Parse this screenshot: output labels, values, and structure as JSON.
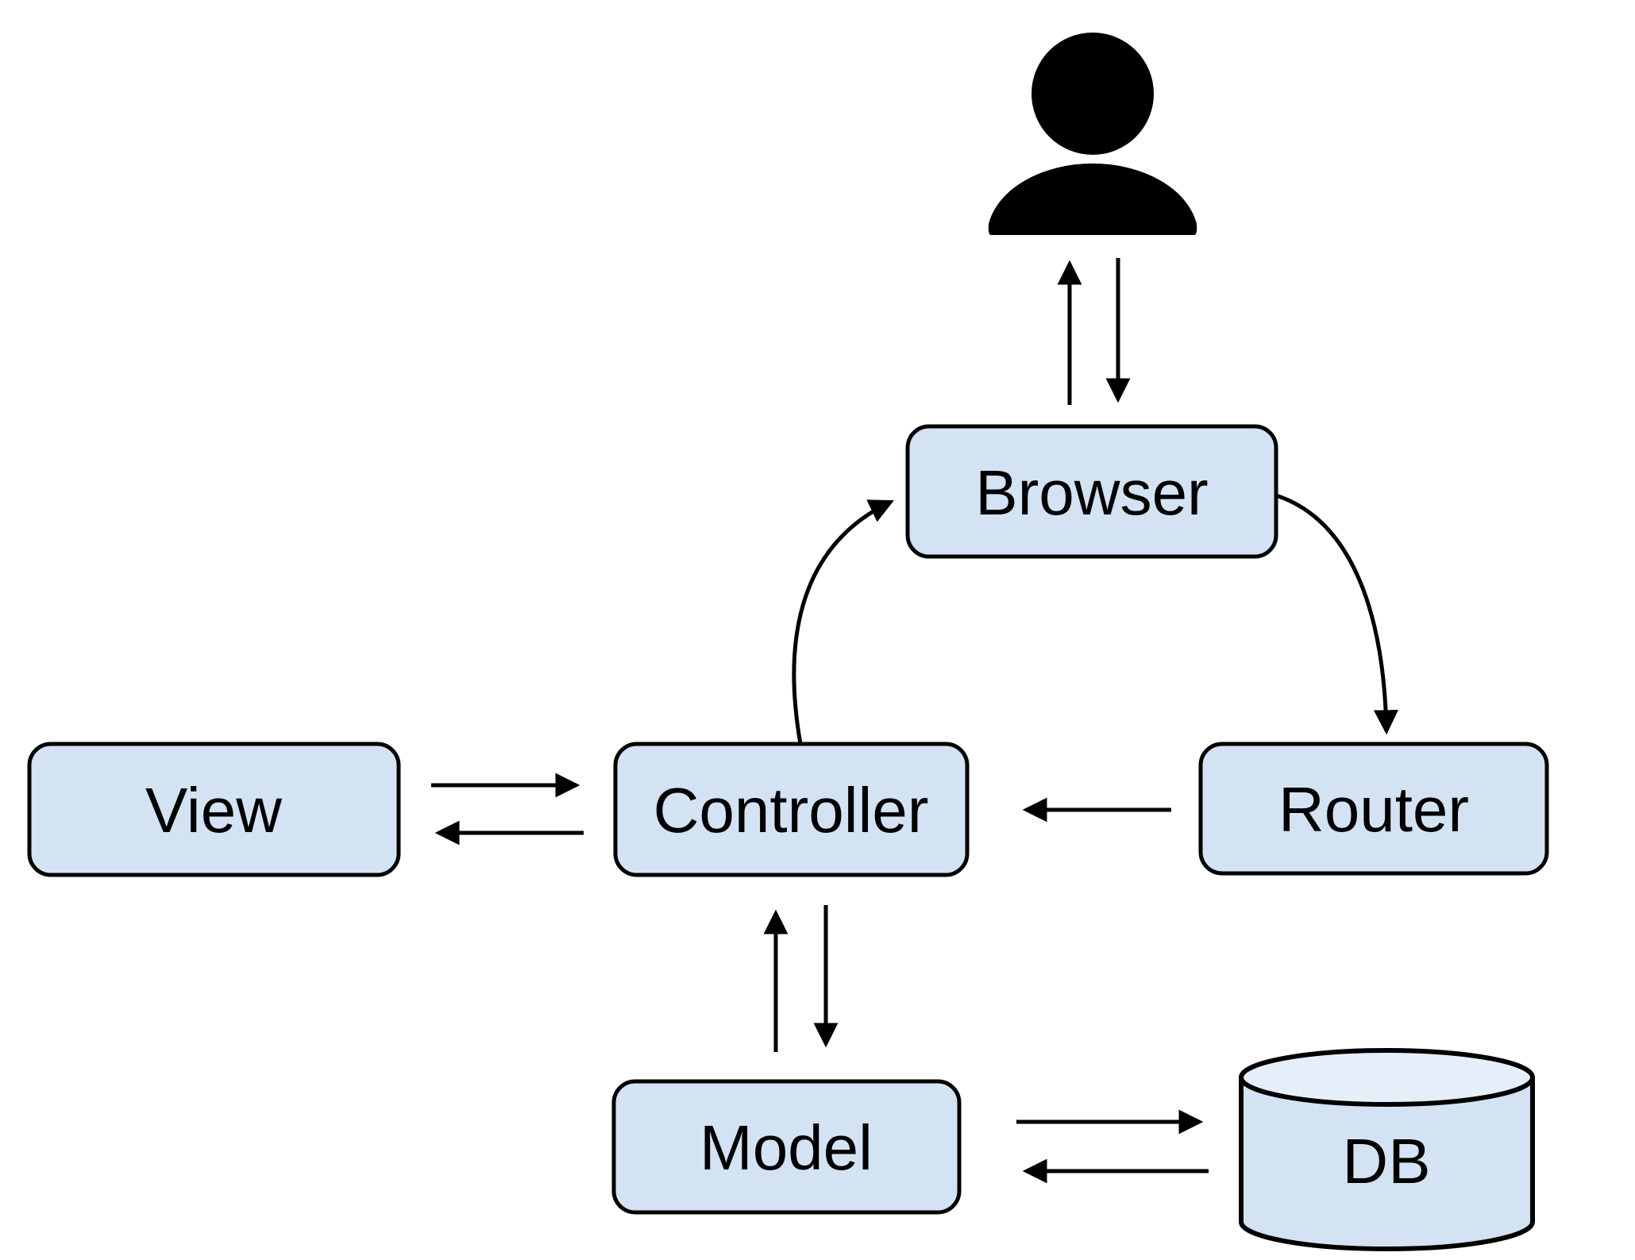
{
  "diagram": {
    "type": "architecture-flow-diagram",
    "background": "#ffffff",
    "nodes": {
      "user": {
        "label": "",
        "shape": "person-icon",
        "color": "#000000"
      },
      "browser": {
        "label": "Browser",
        "shape": "rounded-rect"
      },
      "view": {
        "label": "View",
        "shape": "rounded-rect"
      },
      "controller": {
        "label": "Controller",
        "shape": "rounded-rect"
      },
      "router": {
        "label": "Router",
        "shape": "rounded-rect"
      },
      "model": {
        "label": "Model",
        "shape": "rounded-rect"
      },
      "db": {
        "label": "DB",
        "shape": "cylinder"
      }
    },
    "edges": [
      {
        "from": "browser",
        "to": "user",
        "style": "straight-up"
      },
      {
        "from": "user",
        "to": "browser",
        "style": "straight-down"
      },
      {
        "from": "controller",
        "to": "browser",
        "style": "curved"
      },
      {
        "from": "browser",
        "to": "router",
        "style": "curved"
      },
      {
        "from": "router",
        "to": "controller",
        "style": "straight-left"
      },
      {
        "from": "view",
        "to": "controller",
        "style": "straight-right"
      },
      {
        "from": "controller",
        "to": "view",
        "style": "straight-left"
      },
      {
        "from": "model",
        "to": "controller",
        "style": "straight-up"
      },
      {
        "from": "controller",
        "to": "model",
        "style": "straight-down"
      },
      {
        "from": "model",
        "to": "db",
        "style": "straight-right"
      },
      {
        "from": "db",
        "to": "model",
        "style": "straight-left"
      }
    ],
    "theme": {
      "node_fill": "#d3e3f3",
      "cylinder_top_fill": "#e6eef9",
      "node_stroke": "#000000",
      "arrow_color": "#000000",
      "text_color": "#000000",
      "icon_color": "#000000"
    }
  }
}
